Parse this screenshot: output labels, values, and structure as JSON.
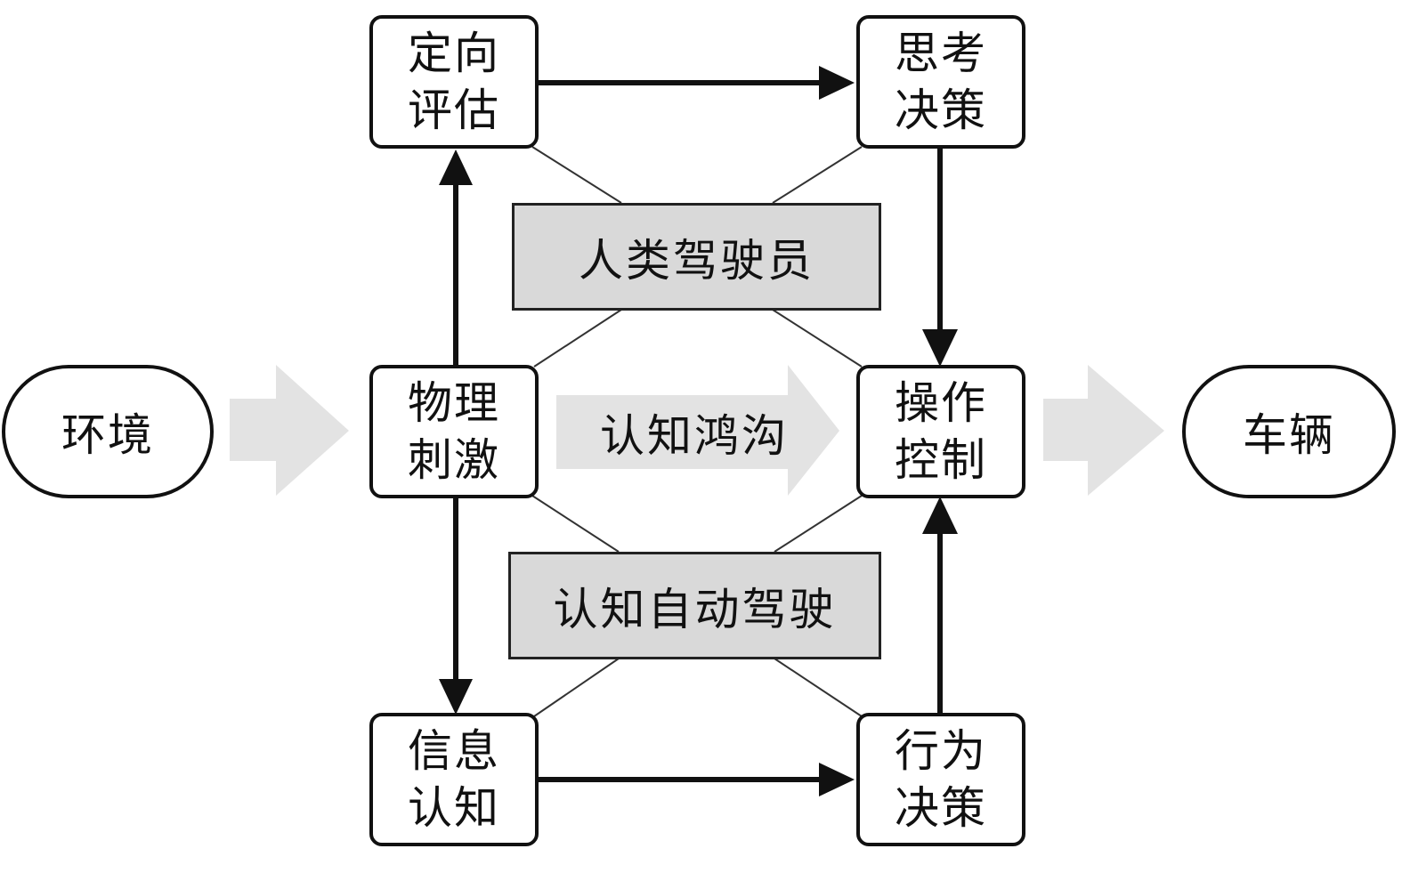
{
  "nodes": {
    "environment": "环境",
    "vehicle": "车辆",
    "orientation_evaluation": [
      "定向",
      "评估"
    ],
    "thinking_decision": [
      "思考",
      "决策"
    ],
    "physical_stimulus": [
      "物理",
      "刺激"
    ],
    "operation_control": [
      "操作",
      "控制"
    ],
    "information_cognition": [
      "信息",
      "认知"
    ],
    "behavior_decision": [
      "行为",
      "决策"
    ]
  },
  "bands": {
    "human_driver": "人类驾驶员",
    "cognitive_autonomous_driving": "认知自动驾驶"
  },
  "gap": {
    "label": "认知鸿沟"
  },
  "colors": {
    "stroke": "#111111",
    "band_fill": "#d9d9d9",
    "big_arrow": "#e3e3e3"
  }
}
